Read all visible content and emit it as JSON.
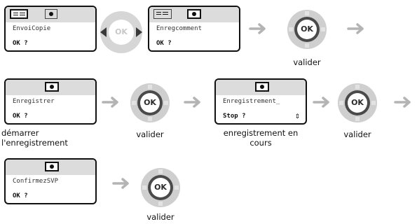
{
  "row1": {
    "screen1": {
      "text": "EnvoiCopie",
      "ok": "OK ?"
    },
    "screen2": {
      "text": "Enregcomment",
      "ok": "OK ?"
    },
    "nav_label": "OK",
    "key_label": "OK",
    "caption": "valider"
  },
  "row2": {
    "screen1": {
      "text": "Enregistrer",
      "ok": "OK ?"
    },
    "caption1": "démarrer\nl'enregistrement",
    "key1_label": "OK",
    "caption2": "valider",
    "screen2": {
      "text": "Enregistrement_",
      "ok": "Stop ?",
      "scroll": "⇕"
    },
    "caption3": "enregistrement en\ncours",
    "key2_label": "OK",
    "caption4": "valider"
  },
  "row3": {
    "screen1": {
      "text": "ConfirmezSVP",
      "ok": "OK ?"
    },
    "key_label": "OK",
    "caption": "valider"
  },
  "colors": {
    "key_ring": "#cfcfcf",
    "key_inner": "#4a4a4a",
    "arrow": "#b4b4b4",
    "screen_bar": "#dcdcdc"
  },
  "icons": [
    "menu-list-icon",
    "record-icon",
    "ok-key-icon",
    "navigator-icon",
    "right-arrow-icon",
    "scroll-updown-icon"
  ]
}
